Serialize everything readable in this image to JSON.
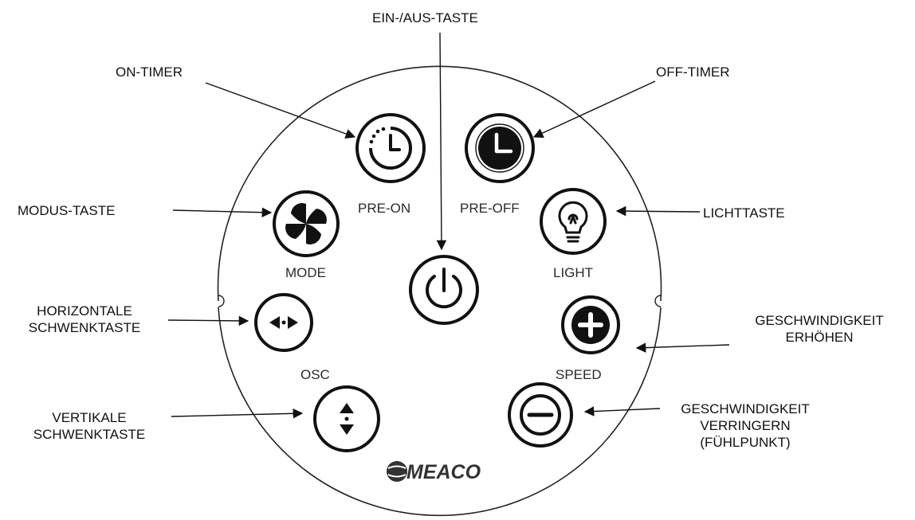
{
  "callouts": {
    "power": "EIN-/AUS-TASTE",
    "on_timer": "ON-TIMER",
    "off_timer": "OFF-TIMER",
    "mode": "MODUS-TASTE",
    "light": "LICHTTASTE",
    "horizontal": [
      "HORIZONTALE",
      "SCHWENKTASTE"
    ],
    "speed_up": [
      "GESCHWINDIGKEIT",
      "ERHÖHEN"
    ],
    "vertical": [
      "VERTIKALE",
      "SCHWENKTASTE"
    ],
    "speed_down": [
      "GESCHWINDIGKEIT",
      "VERRINGERN",
      "(FÜHLPUNKT)"
    ]
  },
  "buttons": {
    "pre_on": "PRE-ON",
    "pre_off": "PRE-OFF",
    "mode": "MODE",
    "light": "LIGHT",
    "osc": "OSC",
    "speed": "SPEED"
  },
  "brand": "MEACO"
}
